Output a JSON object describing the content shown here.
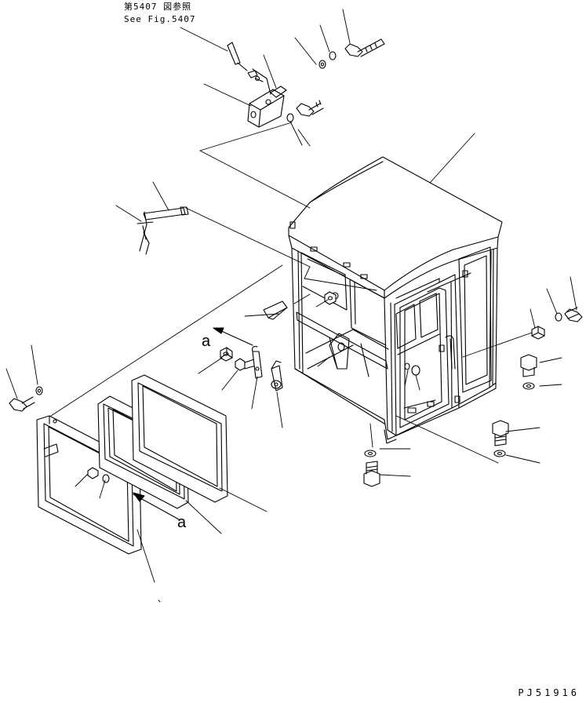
{
  "reference": {
    "japanese": "第5407 図参照",
    "english": "See Fig.5407"
  },
  "callouts": {
    "upper": "a",
    "lower": "a"
  },
  "figure_number": "PJ51916"
}
